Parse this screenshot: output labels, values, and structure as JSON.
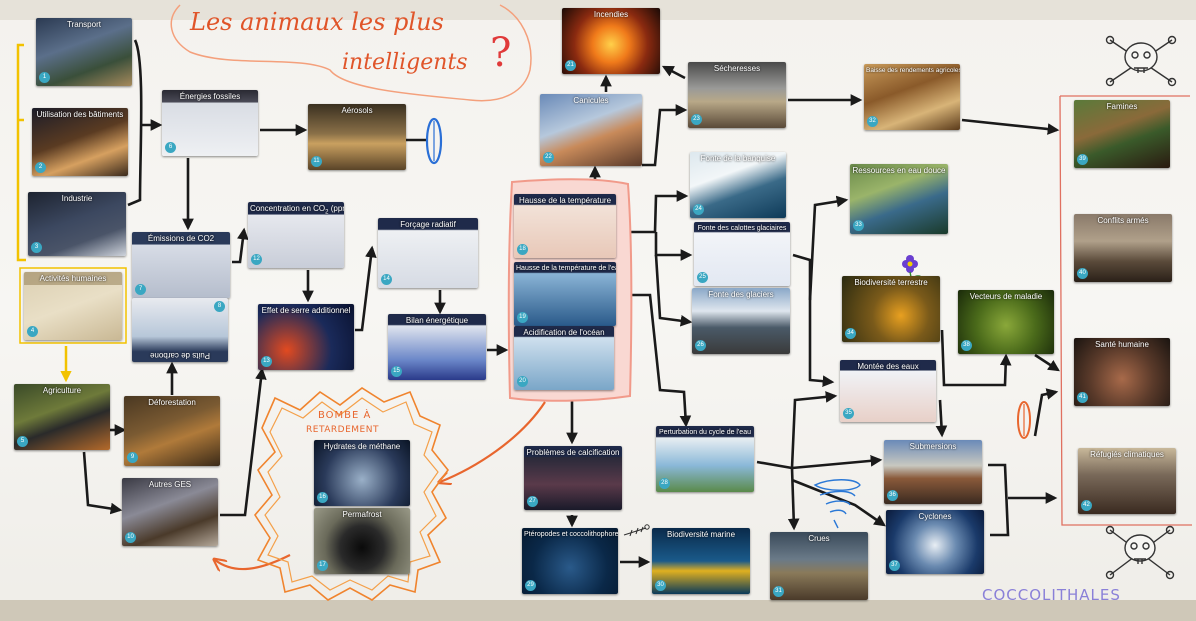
{
  "title": {
    "line1": "Les animaux les plus",
    "line2": "intelligents",
    "question_mark": "?"
  },
  "bomb": {
    "line1": "BOMBE À",
    "line2": "RETARDEMENT"
  },
  "signature": "COCCOLITHALES",
  "cards": {
    "transport": {
      "title": "Transport",
      "num": "1"
    },
    "batiments": {
      "title": "Utilisation des bâtiments",
      "num": "2"
    },
    "industrie": {
      "title": "Industrie",
      "num": "3"
    },
    "activites": {
      "title": "Activités humaines",
      "num": "4"
    },
    "agriculture": {
      "title": "Agriculture",
      "num": "5"
    },
    "energies": {
      "title": "Énergies fossiles",
      "num": "6"
    },
    "emissions": {
      "title": "Émissions de CO2",
      "num": "7"
    },
    "puits": {
      "title": "Puits de carbone",
      "num": "8"
    },
    "deforestation": {
      "title": "Déforestation",
      "num": "9"
    },
    "autres_ges": {
      "title": "Autres GES",
      "num": "10"
    },
    "aerosols": {
      "title": "Aérosols",
      "num": "11"
    },
    "concentration": {
      "title": "Concentration en CO",
      "sub": "2",
      "tail": " (ppm)",
      "num": "12"
    },
    "serre": {
      "title": "Effet de serre additionnel",
      "num": "13"
    },
    "forcage": {
      "title": "Forçage radiatif",
      "num": "14"
    },
    "bilan": {
      "title": "Bilan énergétique",
      "num": "15"
    },
    "hydrates": {
      "title": "Hydrates de méthane",
      "num": "16"
    },
    "permafrost": {
      "title": "Permafrost",
      "num": "17"
    },
    "hausse_temp": {
      "title": "Hausse de la température",
      "num": "18"
    },
    "hausse_eau": {
      "title": "Hausse de la température de l'eau",
      "num": "19"
    },
    "acidification": {
      "title": "Acidification de l'océan",
      "num": "20"
    },
    "incendies": {
      "title": "Incendies",
      "num": "21"
    },
    "canicules": {
      "title": "Canicules",
      "num": "22"
    },
    "secheresses": {
      "title": "Sécheresses",
      "num": "23"
    },
    "banquise": {
      "title": "Fonte de la banquise",
      "num": "24"
    },
    "calottes": {
      "title": "Fonte des calottes glaciaires",
      "num": "25"
    },
    "glaciers": {
      "title": "Fonte des glaciers",
      "num": "26"
    },
    "calcification": {
      "title": "Problèmes de calcification",
      "num": "27"
    },
    "cycle_eau": {
      "title": "Perturbation du cycle de l'eau",
      "num": "28"
    },
    "pteropodes": {
      "title": "Ptéropodes et coccolithophores",
      "num": "29"
    },
    "bio_marine": {
      "title": "Biodiversité marine",
      "num": "30"
    },
    "crues": {
      "title": "Crues",
      "num": "31"
    },
    "rendements": {
      "title": "Baisse des rendements agricoles",
      "num": "32"
    },
    "eau_douce": {
      "title": "Ressources en eau douce",
      "num": "33"
    },
    "bio_terrestre": {
      "title": "Biodiversité terrestre",
      "num": "34"
    },
    "montee": {
      "title": "Montée des eaux",
      "num": "35"
    },
    "submersions": {
      "title": "Submersions",
      "num": "36"
    },
    "cyclones": {
      "title": "Cyclones",
      "num": "37"
    },
    "vecteurs": {
      "title": "Vecteurs de maladie",
      "num": "38"
    },
    "famines": {
      "title": "Famines",
      "num": "39"
    },
    "conflits": {
      "title": "Conflits armés",
      "num": "40"
    },
    "sante": {
      "title": "Santé humaine",
      "num": "41"
    },
    "refugies": {
      "title": "Réfugiés climatiques",
      "num": "42"
    }
  },
  "colors": {
    "arrow": "#1a1a1a",
    "yellow_arrow": "#f2c200",
    "title_ink": "#e0552a",
    "bomb_ink": "#e8662e",
    "pink_frame": "#f19a8a",
    "signature_ink": "#8a80d8",
    "badge": "#3aa7c2"
  }
}
